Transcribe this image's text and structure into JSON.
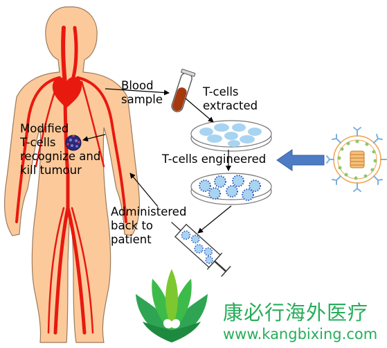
{
  "labels": {
    "blood_sample": [
      "Blood",
      "sample"
    ],
    "t_cells_extracted": [
      "T-cells",
      "extracted"
    ],
    "t_cells_engineered": "T-cells engineered",
    "modified_t_cells": [
      "Modified",
      "T-cells",
      "recognize and",
      "kill tumour"
    ],
    "administered": [
      "Administered",
      "back to",
      "patient"
    ]
  },
  "watermark": {
    "chinese_name": "康必行海外医疗",
    "url": "www.kangbixing.com"
  },
  "colors": {
    "skin": "#fcc99b",
    "skin_outline": "#9a7a5a",
    "blood": "#e8190f",
    "dish_cell": "#a8d4f2",
    "arrow_blue": "#4d7bc4",
    "watermark_green": "#27ad5a"
  }
}
